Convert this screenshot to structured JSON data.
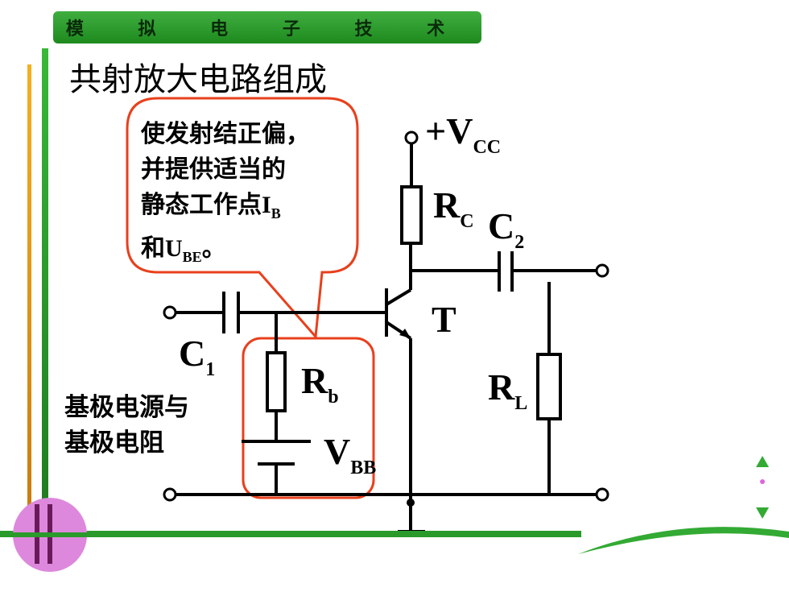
{
  "header": {
    "title": "模 拟 电 子 技 术"
  },
  "slide": {
    "title": "共射放大电路组成"
  },
  "callout": {
    "lines": [
      "使发射结正偏，",
      "并提供适当的",
      "静态工作点",
      "和"
    ],
    "ib_main": "I",
    "ib_sub": "B",
    "ube_main": "U",
    "ube_sub": "BE",
    "ube_suffix": "。"
  },
  "bias_note": {
    "lines": [
      "基极电源与",
      "基极电阻"
    ]
  },
  "labels": {
    "vcc_main": "+V",
    "vcc_sub": "CC",
    "rc_main": "R",
    "rc_sub": "C",
    "c2_main": "C",
    "c2_sub": "2",
    "t": "T",
    "c1_main": "C",
    "c1_sub": "1",
    "rb_main": "R",
    "rb_sub": "b",
    "rl_main": "R",
    "rl_sub": "L",
    "vbb_main": "V",
    "vbb_sub": "BB"
  },
  "colors": {
    "header_green": "#2a9a2a",
    "callout_border": "#e8401c",
    "accent_orange": "#f0a020",
    "accent_green": "#2a9a2a",
    "circle_pink": "#dd88dd",
    "nav_green": "#33aa33"
  },
  "icons": {
    "nav": "up-down-navigation-icon",
    "decor": "capacitor-circle-icon"
  }
}
